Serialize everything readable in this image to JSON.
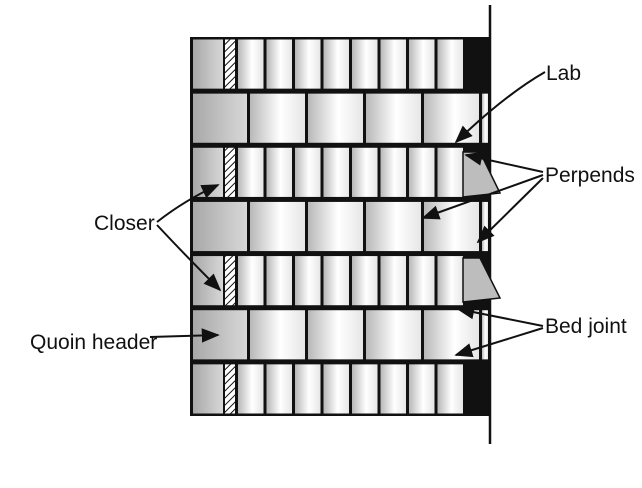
{
  "diagram": {
    "labels": {
      "lab": "Lab",
      "perpends": "Perpends",
      "closer": "Closer",
      "quoin_header": "Quoin header",
      "bed_joint": "Bed joint"
    },
    "colors": {
      "ink": "#111111",
      "brick_light": "#ffffff",
      "brick_dark": "#b5b5b5",
      "background": "#ffffff"
    },
    "courses": [
      {
        "bond": "header",
        "closer": true
      },
      {
        "bond": "stretcher",
        "closer": false
      },
      {
        "bond": "header",
        "closer": true
      },
      {
        "bond": "stretcher",
        "closer": false
      },
      {
        "bond": "header",
        "closer": true
      },
      {
        "bond": "stretcher",
        "closer": false
      },
      {
        "bond": "header",
        "closer": true
      }
    ]
  }
}
